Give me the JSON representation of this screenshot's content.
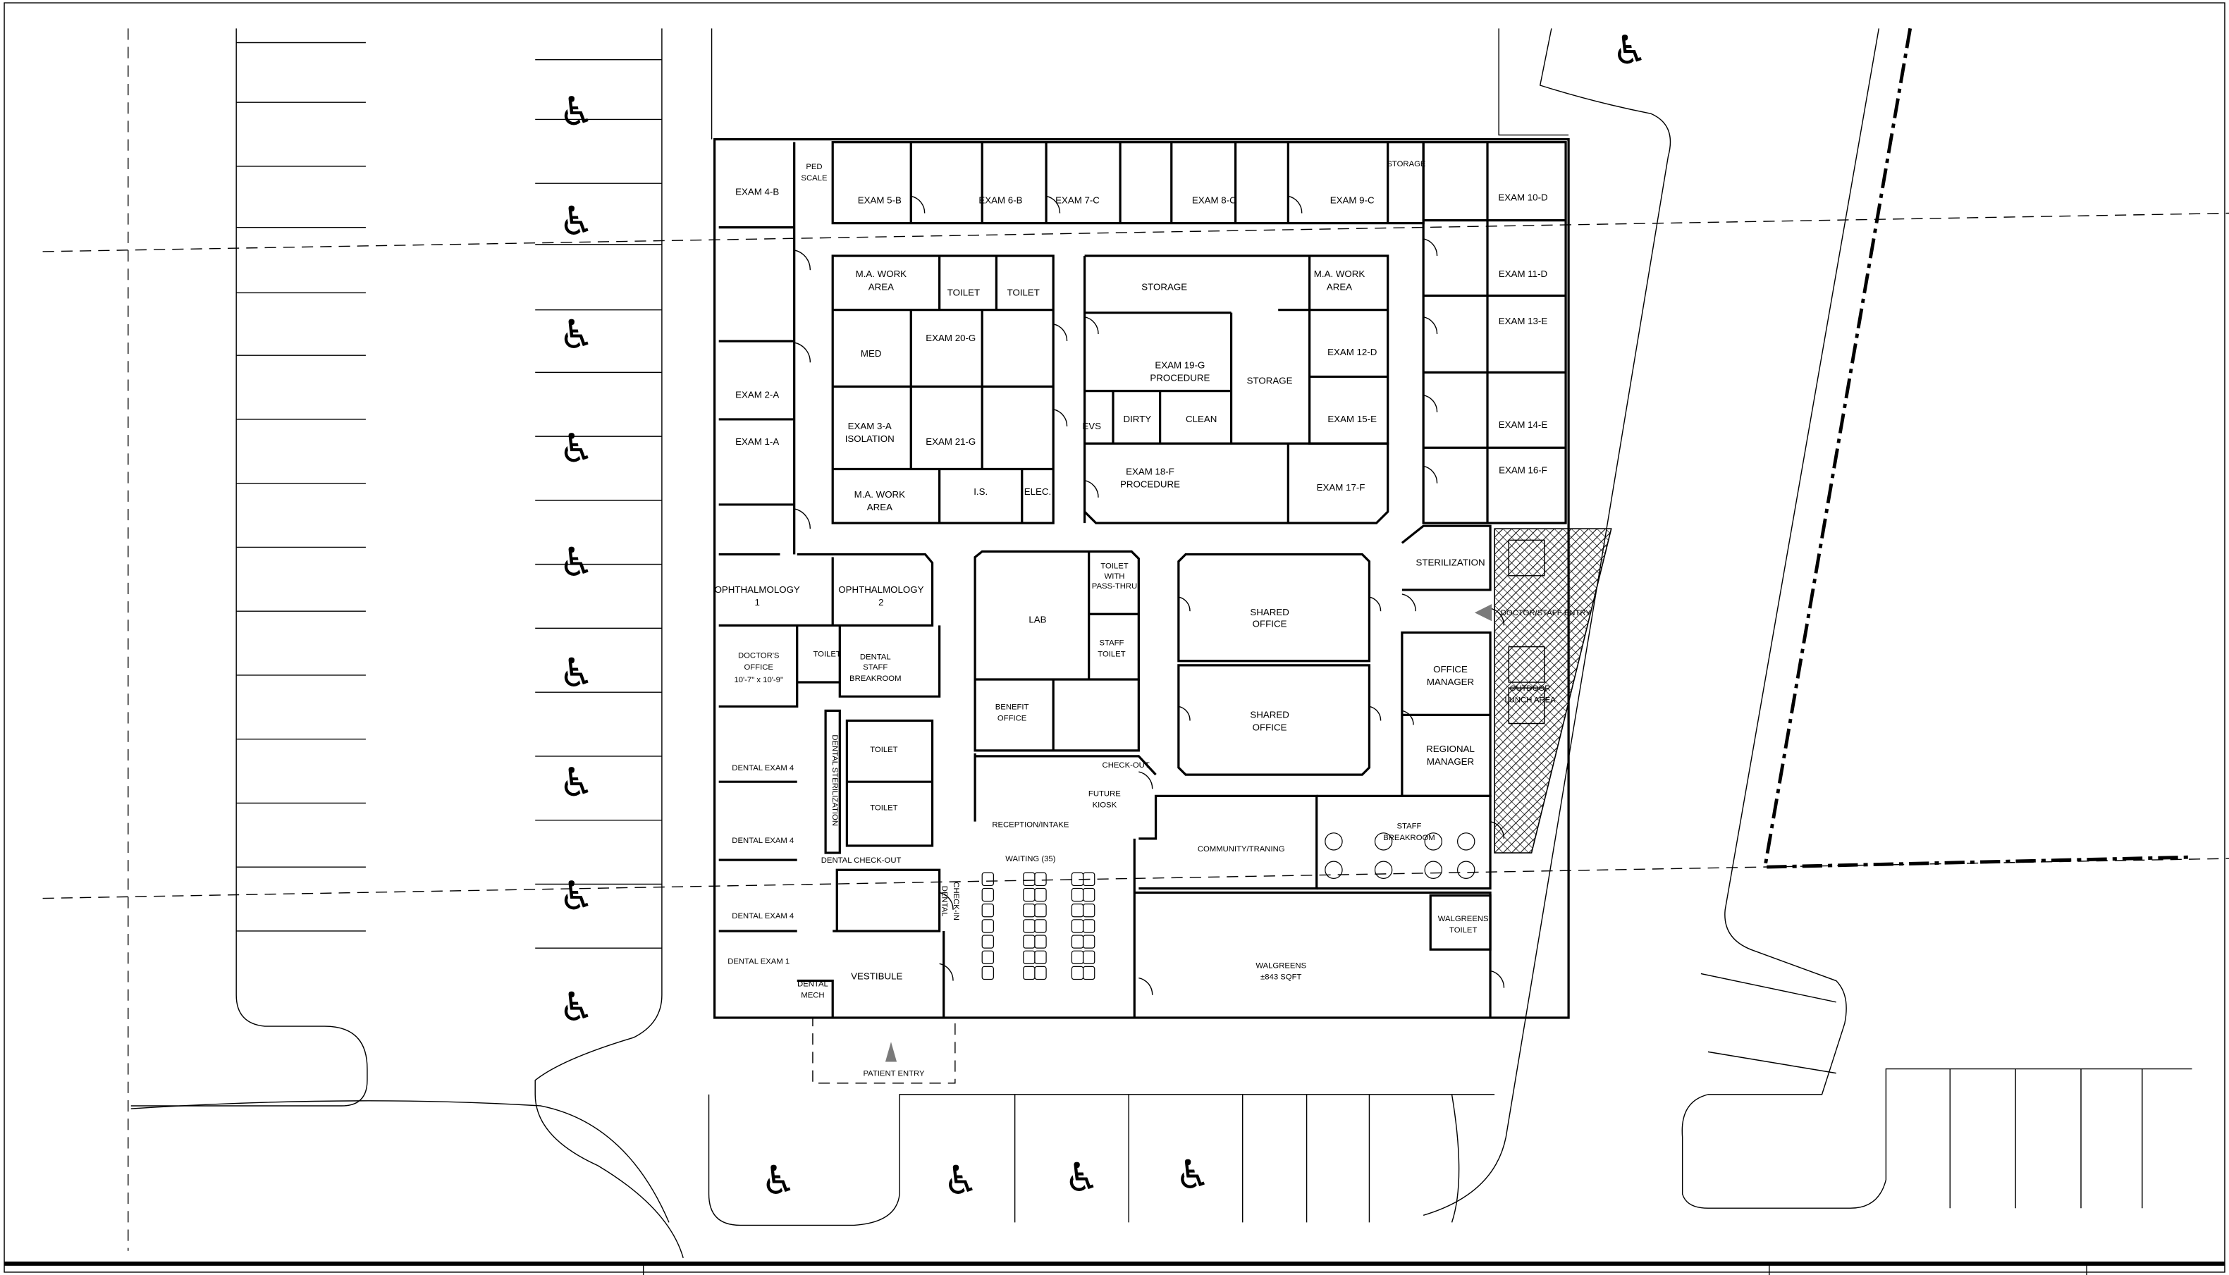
{
  "plan": {
    "rooms": {
      "ped_scale": [
        "PED",
        "SCALE"
      ],
      "exam_4b": "EXAM 4-B",
      "exam_5b": "EXAM 5-B",
      "exam_6b": "EXAM 6-B",
      "exam_7c": "EXAM 7-C",
      "exam_8c": "EXAM 8-C",
      "exam_9c": "EXAM 9-C",
      "storage_top": "STORAGE",
      "exam_10d": "EXAM 10-D",
      "exam_11d": "EXAM 11-D",
      "exam_13e": "EXAM 13-E",
      "exam_14e": "EXAM 14-E",
      "exam_16f": "EXAM 16-F",
      "ma_work_1": [
        "M.A. WORK",
        "AREA"
      ],
      "toilet_a": "TOILET",
      "toilet_b": "TOILET",
      "storage_center": "STORAGE",
      "ma_work_2": [
        "M.A. WORK",
        "AREA"
      ],
      "med": "MED",
      "exam_20g": "EXAM 20-G",
      "exam_19g": [
        "EXAM 19-G",
        "PROCEDURE"
      ],
      "storage_mid": "STORAGE",
      "exam_12d": "EXAM 12-D",
      "exam_15e": "EXAM 15-E",
      "exam_2a": "EXAM 2-A",
      "exam_1a": "EXAM 1-A",
      "exam_3a": [
        "EXAM 3-A",
        "ISOLATION"
      ],
      "exam_21g": "EXAM 21-G",
      "evs": "EVS",
      "dirty": "DIRTY",
      "clean": "CLEAN",
      "exam_18f": [
        "EXAM 18-F",
        "PROCEDURE"
      ],
      "exam_17f": "EXAM 17-F",
      "ma_work_3": [
        "M.A. WORK",
        "AREA"
      ],
      "is": "I.S.",
      "elec": "ELEC.",
      "ophth_1": [
        "OPHTHALMOLOGY",
        "1"
      ],
      "ophth_2": [
        "OPHTHALMOLOGY",
        "2"
      ],
      "lab": "LAB",
      "toilet_pass_thru": [
        "TOILET",
        "WITH",
        "PASS-THRU"
      ],
      "staff_toilet": [
        "STAFF",
        "TOILET"
      ],
      "shared_office_1": [
        "SHARED",
        "OFFICE"
      ],
      "shared_office_2": [
        "SHARED",
        "OFFICE"
      ],
      "sterilization": "STERILIZATION",
      "doctor_staff_entry": "DOCTOR/STAFF ENTRY",
      "doctors_office": [
        "DOCTOR'S",
        "OFFICE",
        "10'-7\" x 10'-9\""
      ],
      "toilet_c": "TOILET",
      "dental_staff_breakroom": [
        "DENTAL",
        "STAFF",
        "BREAKROOM"
      ],
      "benefit_office": [
        "BENEFIT",
        "OFFICE"
      ],
      "office_manager": [
        "OFFICE",
        "MANAGER"
      ],
      "regional_manager": [
        "REGIONAL",
        "MANAGER"
      ],
      "outdoor_lunch": [
        "OUTDOOR",
        "LUNCH AREA"
      ],
      "dental_exam_a": "DENTAL EXAM 4",
      "dental_exam_b": "DENTAL EXAM 4",
      "dental_exam_c": "DENTAL EXAM 4",
      "dental_exam_1": "DENTAL EXAM 1",
      "dental_sterilization": "DENTAL STERILIZATION",
      "toilet_d": "TOILET",
      "toilet_e": "TOILET",
      "check_out": "CHECK-OUT",
      "future_kiosk": [
        "FUTURE",
        "KIOSK"
      ],
      "reception_intake": "RECEPTION/INTAKE",
      "community_training": "COMMUNITY/TRANING",
      "staff_breakroom": [
        "STAFF",
        "BREAKROOM"
      ],
      "dental_check_out": "DENTAL CHECK-OUT",
      "waiting": "WAITING (35)",
      "dental_check_in": [
        "DENTAL",
        "CHECK-IN"
      ],
      "walgreens_toilet": [
        "WALGREENS",
        "TOILET"
      ],
      "vestibule": "VESTIBULE",
      "walgreens": [
        "WALGREENS",
        "±843 SQFT"
      ],
      "dental_mech": [
        "DENTAL",
        "MECH"
      ],
      "patient_entry": "PATIENT ENTRY"
    },
    "icons": {
      "accessible_parking": "wheelchair-icon",
      "entry_arrow": "triangle-arrow-icon"
    },
    "colors": {
      "line": "#000000",
      "entry_arrow": "#7a7a7a",
      "background": "#ffffff"
    }
  }
}
